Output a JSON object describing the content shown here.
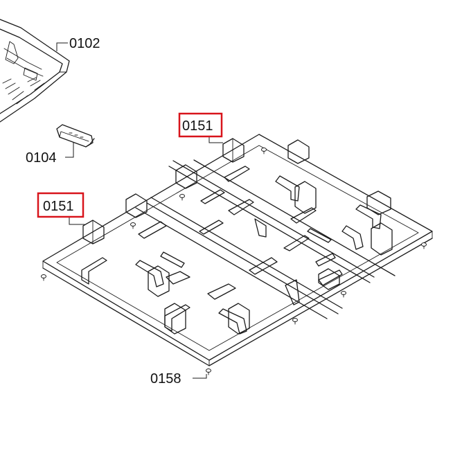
{
  "diagram": {
    "labels": {
      "p0102": "0102",
      "p0104": "0104",
      "p0151_top": "0151",
      "p0151_left": "0151",
      "p0158": "0158"
    },
    "highlight_color": "#d8141b"
  }
}
